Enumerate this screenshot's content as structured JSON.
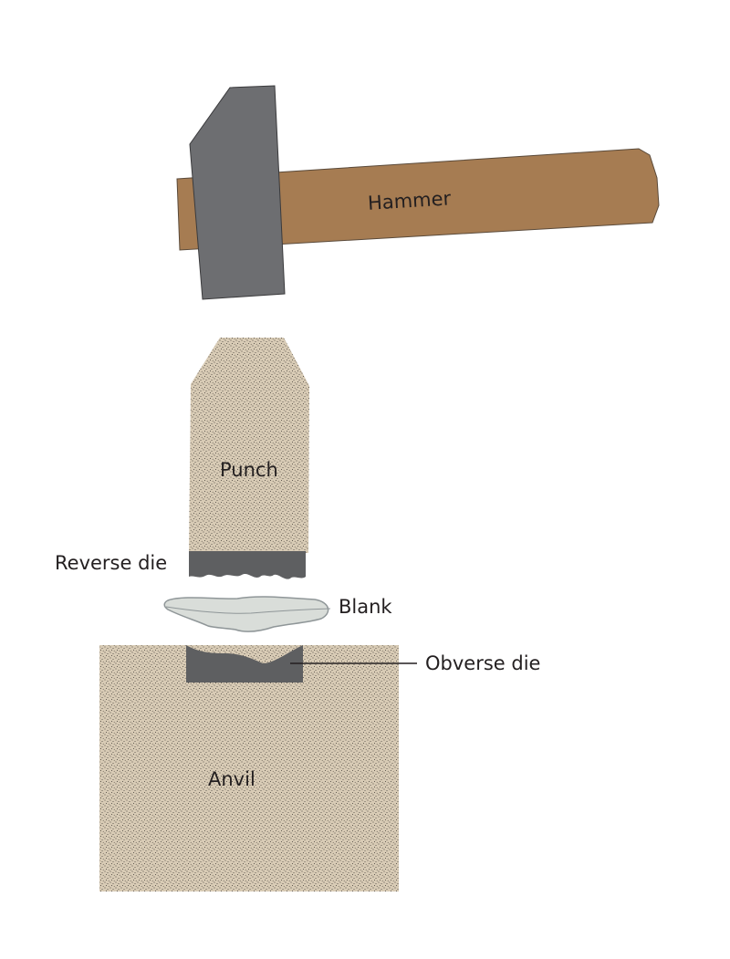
{
  "diagram": {
    "type": "coin-striking process",
    "labels": {
      "hammer": "Hammer",
      "punch": "Punch",
      "reverse_die": "Reverse die",
      "blank": "Blank",
      "obverse_die": "Obverse die",
      "anvil": "Anvil"
    },
    "colors": {
      "hammer_head": "#6d6e71",
      "hammer_handle": "#a67c52",
      "stone": "#d8cbb5",
      "stipple": "#3a3530",
      "die": "#5e5f61",
      "blank_fill": "#d9ddd9",
      "blank_stroke": "#8f9698",
      "text": "#231f20"
    }
  }
}
